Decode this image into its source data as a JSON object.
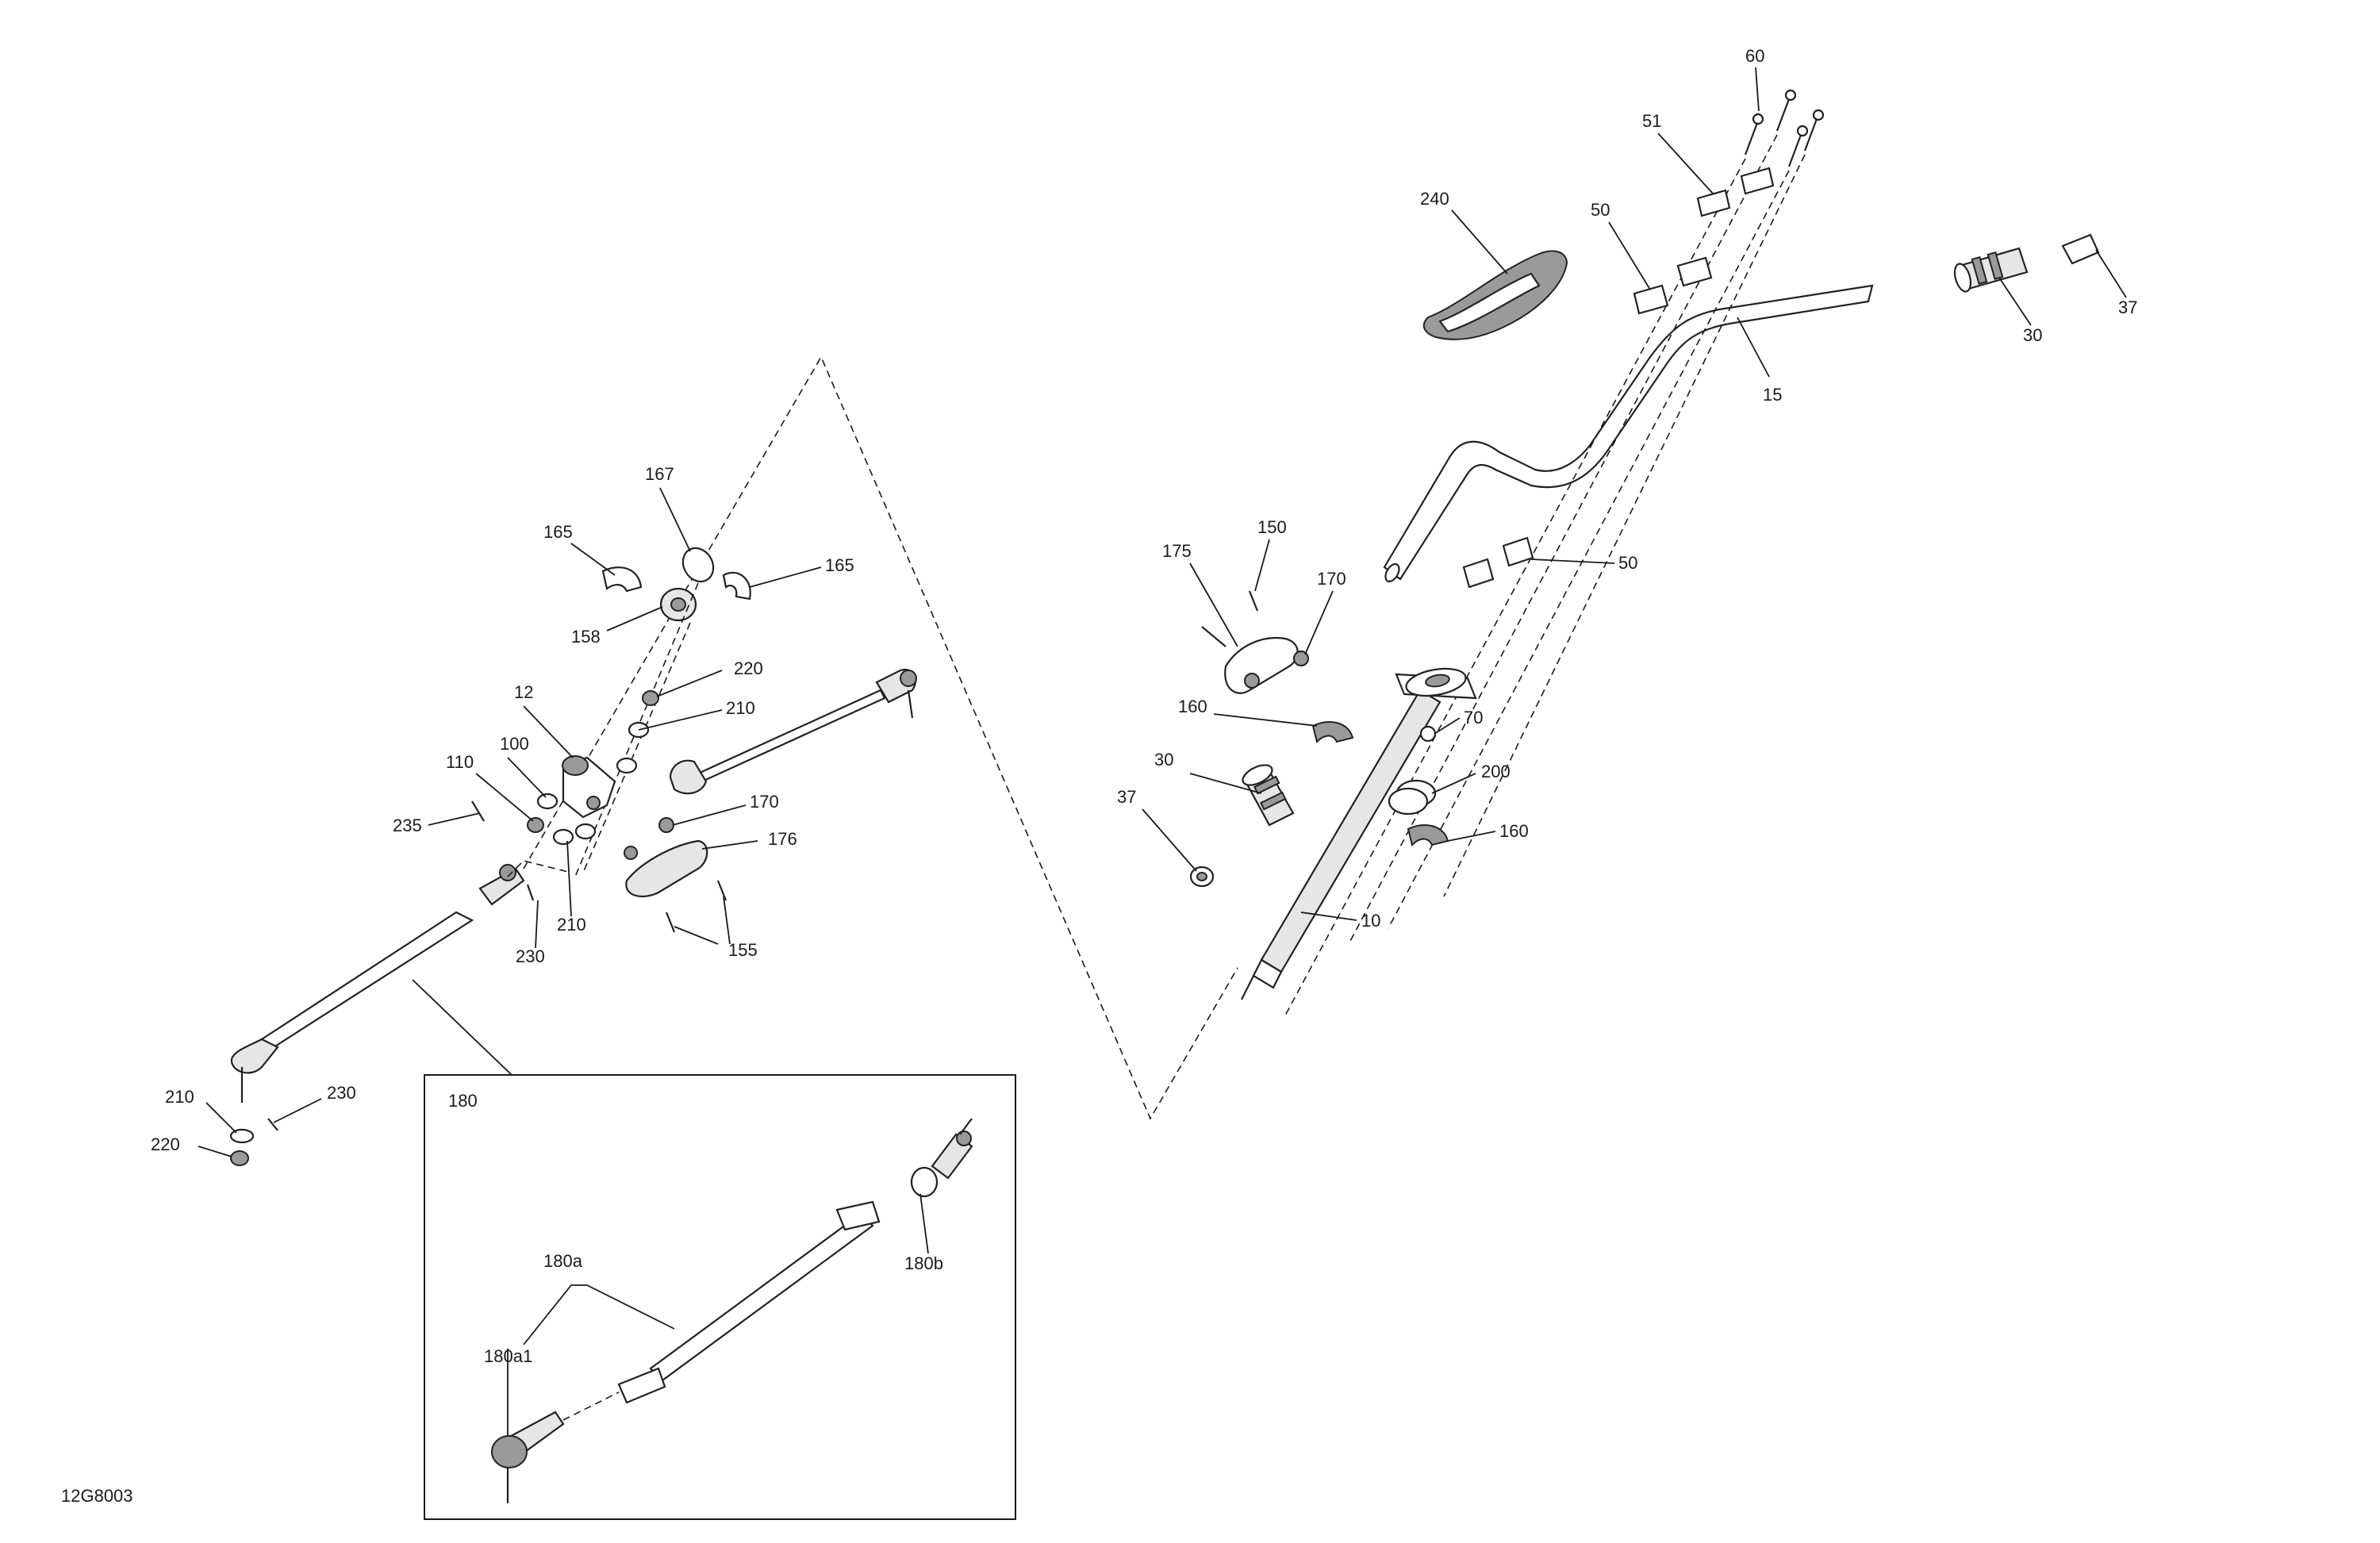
{
  "diagram_code": "12G8003",
  "inset": {
    "title": "180"
  },
  "labels": [
    {
      "id": "60",
      "text": "60"
    },
    {
      "id": "51",
      "text": "51"
    },
    {
      "id": "240",
      "text": "240"
    },
    {
      "id": "50a",
      "text": "50"
    },
    {
      "id": "37a",
      "text": "37"
    },
    {
      "id": "30a",
      "text": "30"
    },
    {
      "id": "15",
      "text": "15"
    },
    {
      "id": "175",
      "text": "175"
    },
    {
      "id": "150",
      "text": "150"
    },
    {
      "id": "170a",
      "text": "170"
    },
    {
      "id": "50b",
      "text": "50"
    },
    {
      "id": "160a",
      "text": "160"
    },
    {
      "id": "70",
      "text": "70"
    },
    {
      "id": "30b",
      "text": "30"
    },
    {
      "id": "200",
      "text": "200"
    },
    {
      "id": "37b",
      "text": "37"
    },
    {
      "id": "160b",
      "text": "160"
    },
    {
      "id": "10",
      "text": "10"
    },
    {
      "id": "167",
      "text": "167"
    },
    {
      "id": "165a",
      "text": "165"
    },
    {
      "id": "165b",
      "text": "165"
    },
    {
      "id": "158",
      "text": "158"
    },
    {
      "id": "220a",
      "text": "220"
    },
    {
      "id": "12",
      "text": "12"
    },
    {
      "id": "210a",
      "text": "210"
    },
    {
      "id": "100",
      "text": "100"
    },
    {
      "id": "110",
      "text": "110"
    },
    {
      "id": "170b",
      "text": "170"
    },
    {
      "id": "176",
      "text": "176"
    },
    {
      "id": "235",
      "text": "235"
    },
    {
      "id": "210b",
      "text": "210"
    },
    {
      "id": "155",
      "text": "155"
    },
    {
      "id": "230a",
      "text": "230"
    },
    {
      "id": "210c",
      "text": "210"
    },
    {
      "id": "230b",
      "text": "230"
    },
    {
      "id": "220b",
      "text": "220"
    },
    {
      "id": "180a",
      "text": "180a"
    },
    {
      "id": "180b",
      "text": "180b"
    },
    {
      "id": "180a1",
      "text": "180a1"
    }
  ]
}
